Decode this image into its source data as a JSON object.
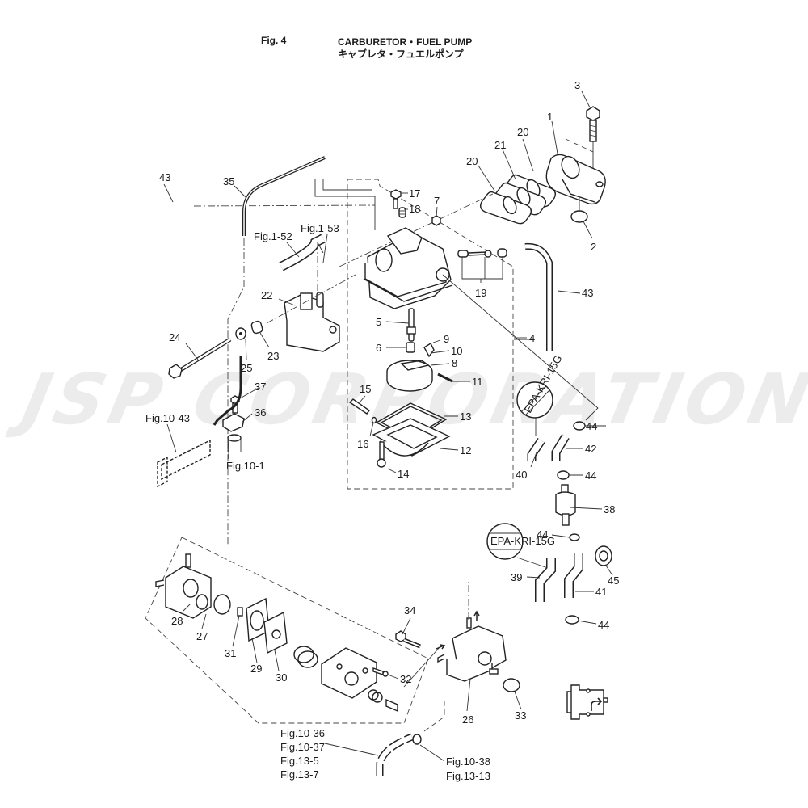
{
  "header": {
    "figure": "Fig. 4",
    "title_en": "CARBURETOR・FUEL PUMP",
    "title_ja": "キャブレタ・フュエルポンプ"
  },
  "watermark": "JSP CORPORATION",
  "stamp_text": "EPA-KRI-15G",
  "callouts": {
    "p1": "1",
    "p2": "2",
    "p3": "3",
    "p4": "4",
    "p5": "5",
    "p6": "6",
    "p7": "7",
    "p8": "8",
    "p9": "9",
    "p10": "10",
    "p11": "11",
    "p12": "12",
    "p13": "13",
    "p14": "14",
    "p15": "15",
    "p16": "16",
    "p17": "17",
    "p18": "18",
    "p19": "19",
    "p20a": "20",
    "p20b": "20",
    "p21": "21",
    "p22": "22",
    "p23": "23",
    "p24": "24",
    "p25": "25",
    "p26": "26",
    "p27": "27",
    "p28": "28",
    "p29": "29",
    "p30": "30",
    "p31": "31",
    "p32": "32",
    "p33": "33",
    "p34": "34",
    "p35": "35",
    "p36": "36",
    "p37": "37",
    "p38": "38",
    "p39": "39",
    "p40": "40",
    "p41": "41",
    "p42": "42",
    "p43a": "43",
    "p43b": "43",
    "p44a": "44",
    "p44b": "44",
    "p44c": "44",
    "p44d": "44",
    "p45": "45"
  },
  "references": {
    "fig1_52": "Fig.1-52",
    "fig1_53": "Fig.1-53",
    "fig10_43": "Fig.10-43",
    "fig10_1": "Fig.10-1",
    "fig10_36": "Fig.10-36",
    "fig10_37": "Fig.10-37",
    "fig13_5": "Fig.13-5",
    "fig13_7": "Fig.13-7",
    "fig10_38": "Fig.10-38",
    "fig13_13": "Fig.13-13"
  }
}
